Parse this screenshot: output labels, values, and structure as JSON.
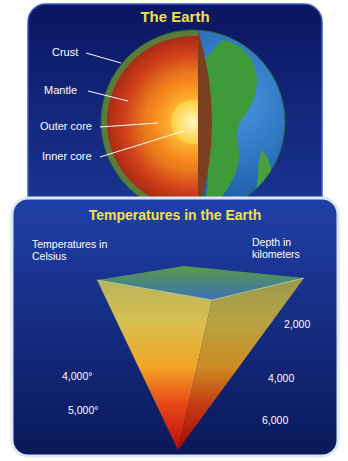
{
  "diagram": {
    "nodes": [
      {
        "text": [
          "The Earth"
        ]
      },
      {
        "text": [
          "Temperatures in the Earth"
        ]
      }
    ],
    "labels": [
      "Crust",
      "Mantle",
      "Outer core",
      "Inner core",
      "Temperatures in Celsius",
      "Depth in kilometers",
      "2,000",
      "4,000",
      "6,000",
      "4,000°",
      "5,000°"
    ]
  }
}
